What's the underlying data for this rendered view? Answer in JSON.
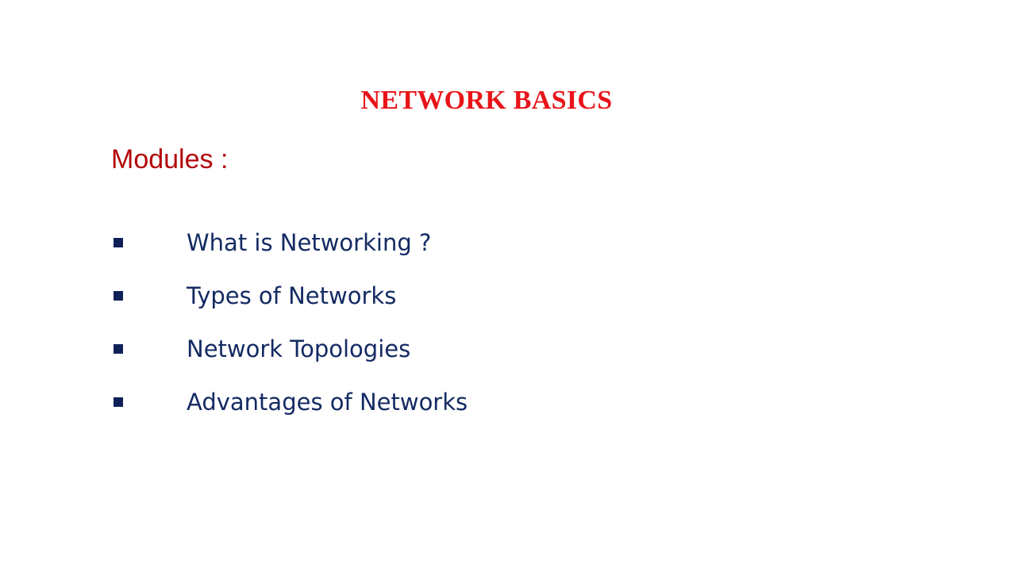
{
  "slide": {
    "title": "NETWORK BASICS",
    "subtitle": "Modules :",
    "modules": [
      {
        "label": "What is Networking ?"
      },
      {
        "label": "Types of Networks"
      },
      {
        "label": "Network Topologies"
      },
      {
        "label": "Advantages of Networks"
      }
    ],
    "colors": {
      "title": "#e8141a",
      "subtitle": "#b3070a",
      "text": "#142a63",
      "bullet": "#0f2058"
    },
    "bullet_icon": "square-bullet-icon"
  }
}
